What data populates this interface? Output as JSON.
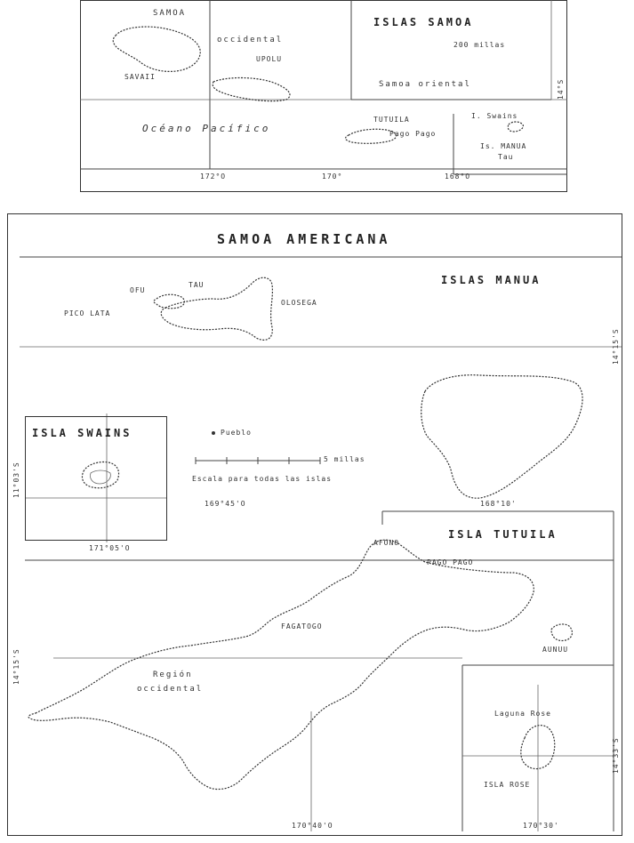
{
  "inset_top": {
    "samoa_label": "SAMOA",
    "savaii_label": "SAVAII",
    "occidental_label": "occidental",
    "upolu_label": "UPOLU",
    "islas_samoa_title": "ISLAS SAMOA",
    "scale_label": "200 millas",
    "samoa_oriental_label": "Samoa oriental",
    "oceano_label": "Océano Pacífico",
    "tutuila_label": "TUTUILA",
    "tutuila_sub": "Pago Pago",
    "swains_label": "I. Swains",
    "manua_label": "Is. MANUA",
    "manua_sub": "Tau",
    "lon_1": "172°O",
    "lon_2": "170°",
    "lon_3": "168°O",
    "lat_1": "14°S"
  },
  "main": {
    "title": "SAMOA AMERICANA",
    "manua_section": {
      "title": "ISLAS MANUA",
      "ofu_label": "OFU",
      "olosega_label": "OLOSEGA",
      "tau_label": "TAU",
      "pago_label": "PICO LATA",
      "lat_label": "14°15'S"
    },
    "swains_section": {
      "title": "ISLA SWAINS",
      "lat_label": "11°03'S",
      "lon_label": "171°05'O"
    },
    "legend": {
      "town_label": "Pueblo",
      "scale_label": "5 millas",
      "note": "Escala para todas las islas",
      "lon_label": "169°45'O",
      "lon_label_2": "168°10'O"
    },
    "rose_section": {
      "lon_label": "168°10'"
    },
    "tutuila_section": {
      "title": "ISLA TUTUILA",
      "aunuu_label": "AUNUU",
      "afono_label": "AFONO",
      "pago_pago_label": "PAGO PAGO",
      "fagatogo_label": "FAGATOGO",
      "region_label_1": "Región",
      "region_label_2": "occidental",
      "lat_label": "14°15'S",
      "lon_label": "170°40'O",
      "lon_label_2": "170°30'"
    },
    "rose_inset": {
      "rose_atoll": "ISLA ROSE",
      "rose_lagoon": "Laguna Rose",
      "lat_label": "14°33'S"
    }
  }
}
